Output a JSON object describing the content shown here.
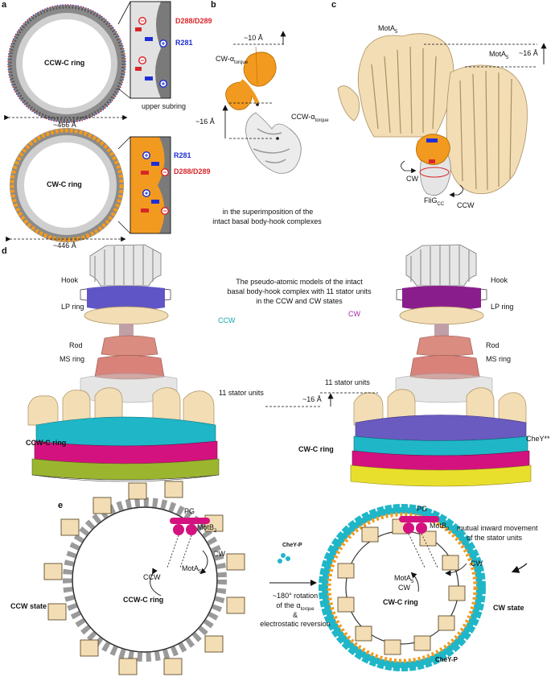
{
  "panels": {
    "a": "a",
    "b": "b",
    "c": "c",
    "d": "d",
    "e": "e"
  },
  "a": {
    "ccw_ring": "CCW-C ring",
    "cw_ring": "CW-C ring",
    "ccw_diameter": "~466 Å",
    "cw_diameter": "~446 Å",
    "upper_subring": "upper subring",
    "acidic_residues": "D288/D289",
    "basic_residue": "R281"
  },
  "b": {
    "shift_10": "~10 Å",
    "shift_16": "~16 Å",
    "cw_helix": "CW-α",
    "ccw_helix": "CCW-α",
    "torque_sub": "torque",
    "caption_line1": "in the superimposition of the",
    "caption_line2": "intact basal body-hook complexes"
  },
  "c": {
    "mota5_left": "MotA",
    "mota5_right": "MotA",
    "sub5": "5",
    "shift_16": "~16 Å",
    "cw": "CW",
    "ccw": "CCW",
    "flig": "FliG",
    "flig_sub": "CC"
  },
  "d": {
    "title_line1": "The pseudo-atomic models of the intact",
    "title_line2": "basal body-hook complex with 11 stator units",
    "title_line3": "in the CCW and CW states",
    "hook_left": "Hook",
    "hook_right": "Hook",
    "lp_left": "LP ring",
    "lp_right": "LP ring",
    "rod_left": "Rod",
    "rod_right": "Rod",
    "ms_left": "MS ring",
    "ms_right": "MS ring",
    "ccw_state": "CCW",
    "cw_state": "CW",
    "stator_left": "11 stator units",
    "stator_right": "11 stator units",
    "shift_16": "~16 Å",
    "ccw_ring": "CCW-C ring",
    "cw_ring": "CW-C ring",
    "chey": "CheY**"
  },
  "e": {
    "pg_left": "PG",
    "pg_right": "PG",
    "motb2_left": "MotB",
    "motb2_right": "MotB",
    "sub2": "2",
    "cw_left": "CW",
    "ccw_left": "CCW",
    "mota5_left": "MotA",
    "mota5_right": "MotA",
    "sub5": "5",
    "cw_right_arrow": "CW",
    "cw_right_inner": "CW",
    "ccw_state": "CCW state",
    "cw_state": "CW state",
    "ccw_ring": "CCW-C ring",
    "cw_ring": "CW-C ring",
    "chey_p_mid": "CheY-P",
    "chey_p_right": "CheY-P",
    "rotation_line1": "~180° rotation",
    "rotation_line2": "of the α",
    "rotation_sub": "torque",
    "rotation_line3": "&",
    "rotation_line4": "electrostatic reversion",
    "inward_line1": "mutual inward movement",
    "inward_line2": "of the stator units"
  },
  "colors": {
    "orange": "#f29a1f",
    "tan": "#f3ddb5",
    "teal": "#1fb6c8",
    "magenta": "#d4127f",
    "purple": "#8a1d8c",
    "lavender": "#6a5bc0",
    "salmon": "#d9827a",
    "olive": "#9cb52f",
    "yellow": "#e8df2c",
    "gray": "#9a9a9a"
  }
}
